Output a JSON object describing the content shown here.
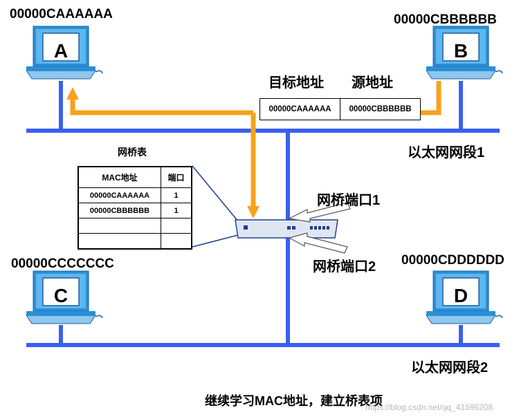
{
  "hosts": {
    "a": {
      "letter": "A",
      "mac": "00000CAAAAAA"
    },
    "b": {
      "letter": "B",
      "mac": "00000CBBBBBB"
    },
    "c": {
      "letter": "C",
      "mac": "00000CCCCCCC"
    },
    "d": {
      "letter": "D",
      "mac": "00000CDDDDDD"
    }
  },
  "frame": {
    "dest_header": "目标地址",
    "src_header": "源地址",
    "dest_value": "00000CAAAAAA",
    "src_value": "00000CBBBBBB"
  },
  "segments": {
    "seg1": "以太网网段1",
    "seg2": "以太网网段2"
  },
  "bridge_table": {
    "title": "网桥表",
    "headers": [
      "MAC地址",
      "端口"
    ],
    "rows": [
      [
        "00000CAAAAAA",
        "1"
      ],
      [
        "00000CBBBBBB",
        "1"
      ],
      [
        "",
        ""
      ],
      [
        "",
        ""
      ]
    ]
  },
  "ports": {
    "port1": "网桥端口1",
    "port2": "网桥端口2"
  },
  "caption": "继续学习MAC地址，建立桥表项",
  "watermark": "https://blog.csdn.net/qq_41596208",
  "colors": {
    "network_line": "#3a5ff0",
    "frame_path": "#f7a21b",
    "monitor_frame": "#2b8fd6",
    "screen": "#ffffff",
    "text": "#000000"
  }
}
